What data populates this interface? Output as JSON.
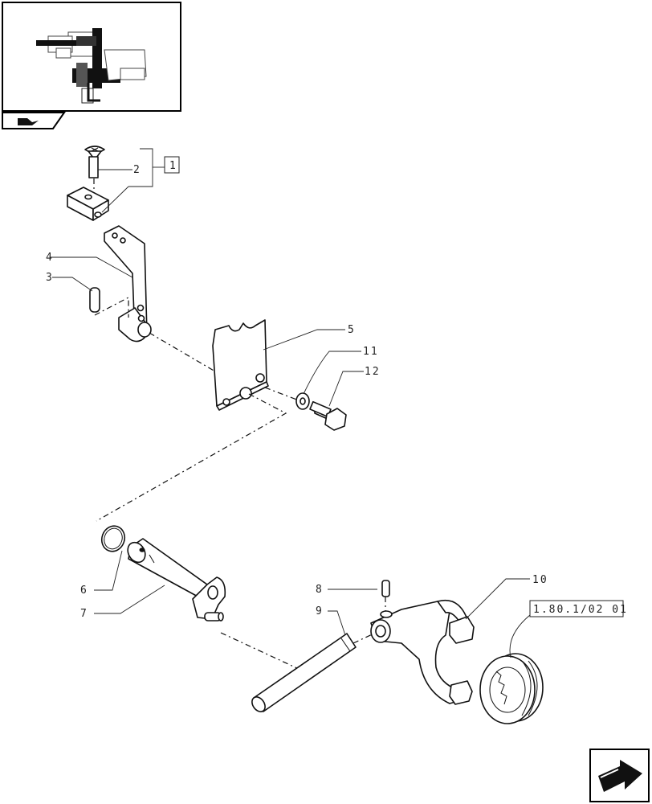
{
  "callouts": [
    {
      "id": "c1",
      "text": "1"
    },
    {
      "id": "c2",
      "text": "2"
    },
    {
      "id": "c3",
      "text": "3"
    },
    {
      "id": "c4",
      "text": "4"
    },
    {
      "id": "c5",
      "text": "5"
    },
    {
      "id": "c6",
      "text": "6"
    },
    {
      "id": "c7",
      "text": "7"
    },
    {
      "id": "c8",
      "text": "8"
    },
    {
      "id": "c9",
      "text": "9"
    },
    {
      "id": "c10",
      "text": "10"
    },
    {
      "id": "c11",
      "text": "11"
    },
    {
      "id": "c12",
      "text": "12"
    }
  ],
  "reference": {
    "text": "1.80.1/02 01"
  },
  "icons": {
    "overview": "assembly-overview-thumbnail",
    "nav_prev": "page-back-icon",
    "nav_next": "next-page-arrow-icon"
  }
}
